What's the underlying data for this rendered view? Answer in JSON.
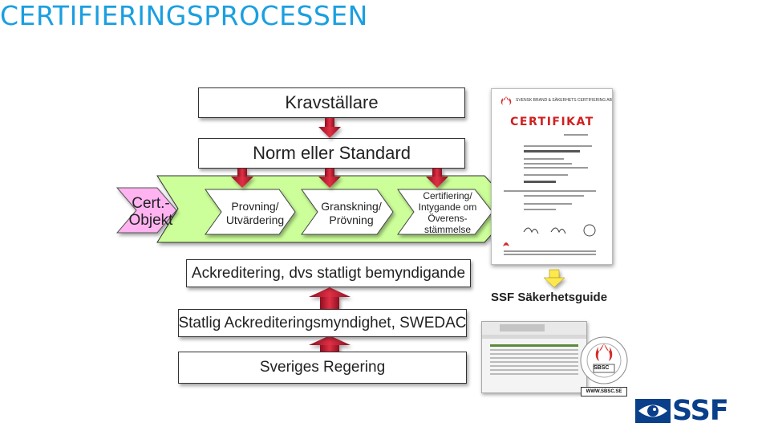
{
  "title": "CERTIFIERINGSPROCESSEN",
  "boxes": {
    "kravstallare": "Kravställare",
    "norm": "Norm eller Standard",
    "ackreditering": "Ackreditering, dvs statligt bemyndigande",
    "swedac": "Statlig Ackrediteringsmyndighet, SWEDAC",
    "regering": "Sveriges Regering"
  },
  "object": {
    "line1": "Cert.-",
    "line2": "Objekt"
  },
  "steps": [
    {
      "line1": "Provning/",
      "line2": "Utvärdering"
    },
    {
      "line1": "Granskning/",
      "line2": "Prövning"
    },
    {
      "line1": "Certifiering/",
      "line2": "Intygande om",
      "line3": "Överens-",
      "line4": "stämmelse"
    }
  ],
  "certificate": {
    "heading": "SVENSK BRAND & SÄKERHETS CERTIFIERING AB",
    "title": "CERTIFIKAT"
  },
  "guide": {
    "label": "SSF Säkerhetsguide",
    "badge": "SBSC",
    "site": "WWW.SBSC.SE"
  },
  "logo": {
    "text": "SSF"
  },
  "colors": {
    "title": "#1a9fe0",
    "arrow_green": "#ccff99",
    "object_pink": "#ffb3f0",
    "arrow_red": "#cc1f33",
    "logo_blue": "#0a3f8a"
  }
}
